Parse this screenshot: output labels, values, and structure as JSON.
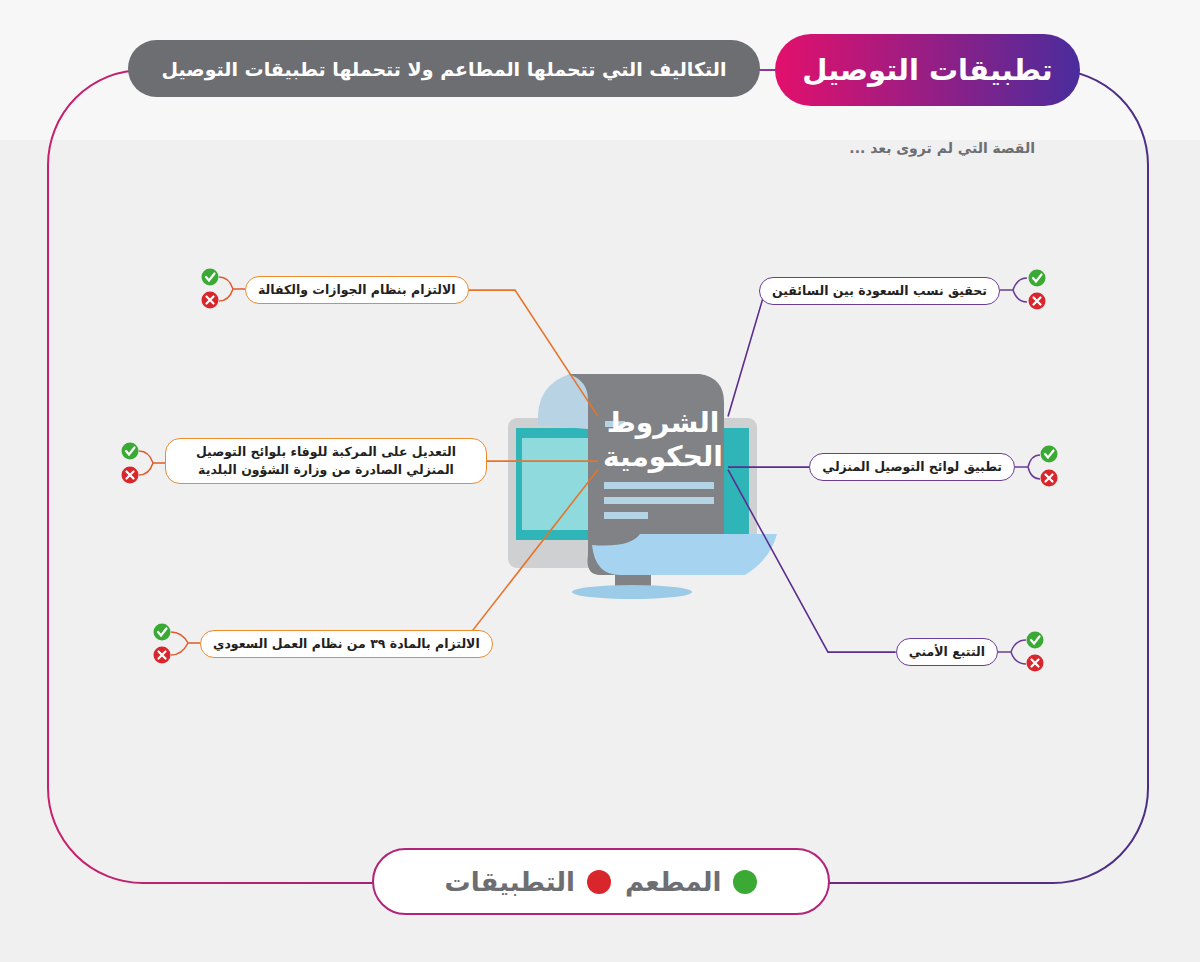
{
  "diagram": {
    "title": "تطبيقات التوصيل",
    "nodes": [
      {
        "text": [
          "التكاليف التي تتحملها المطاعم ولا تتحملها تطبيقات التوصيل"
        ]
      },
      {
        "text": [
          "الشروط الحكومية"
        ]
      },
      {
        "text": [
          "تحقيق نسب السعودة بين السائقين"
        ]
      },
      {
        "text": [
          "الالتزام بنظام الجوازات والكفالة"
        ]
      },
      {
        "text": [
          "تطبيق لوائح التوصيل المنزلي"
        ]
      },
      {
        "text": [
          "التعديل على المركبة للوفاء بلوائح التوصيل المنزلي الصادرة من وزارة الشؤون البلدية"
        ]
      },
      {
        "text": [
          "التتبع الأمني"
        ]
      },
      {
        "text": [
          "الالتزام بالمادة ٣٩ من نظام العمل السعودي"
        ]
      }
    ],
    "edges": [
      {
        "from": 1,
        "to": 2,
        "arrow": "none"
      },
      {
        "from": 1,
        "to": 3,
        "arrow": "none"
      },
      {
        "from": 1,
        "to": 4,
        "arrow": "none"
      },
      {
        "from": 1,
        "to": 5,
        "arrow": "none"
      },
      {
        "from": 1,
        "to": 6,
        "arrow": "none"
      },
      {
        "from": 1,
        "to": 7,
        "arrow": "none"
      }
    ],
    "labels": [
      "القصة التي لم تروى بعد ..."
    ],
    "legend": [
      {
        "text": "المطعم",
        "color": "#3aaa35"
      },
      {
        "text": "التطبيقات",
        "color": "#d9262c"
      }
    ]
  }
}
